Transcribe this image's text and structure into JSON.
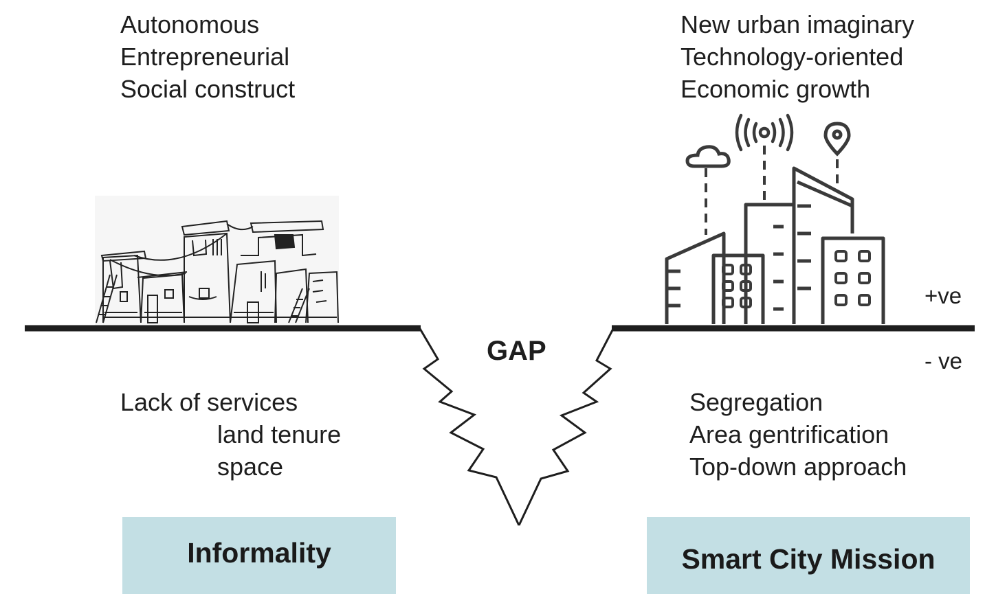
{
  "left_top": [
    "Autonomous",
    "Entrepreneurial",
    "Social construct"
  ],
  "right_top": [
    "New urban imaginary",
    "Technology-oriented",
    "Economic growth"
  ],
  "left_bottom": {
    "line1": "Lack of services",
    "line2": "land tenure",
    "line3": "space"
  },
  "right_bottom": [
    "Segregation",
    "Area gentrification",
    "Top-down approach"
  ],
  "gap_label": "GAP",
  "positive_label": "+ve",
  "negative_label": "- ve",
  "left_box": "Informality",
  "right_box": "Smart City Mission",
  "colors": {
    "box": "#c3dfe4",
    "line": "#1e1e1e"
  },
  "icons": [
    "cloud-icon",
    "wifi-signal-icon",
    "location-pin-icon"
  ]
}
